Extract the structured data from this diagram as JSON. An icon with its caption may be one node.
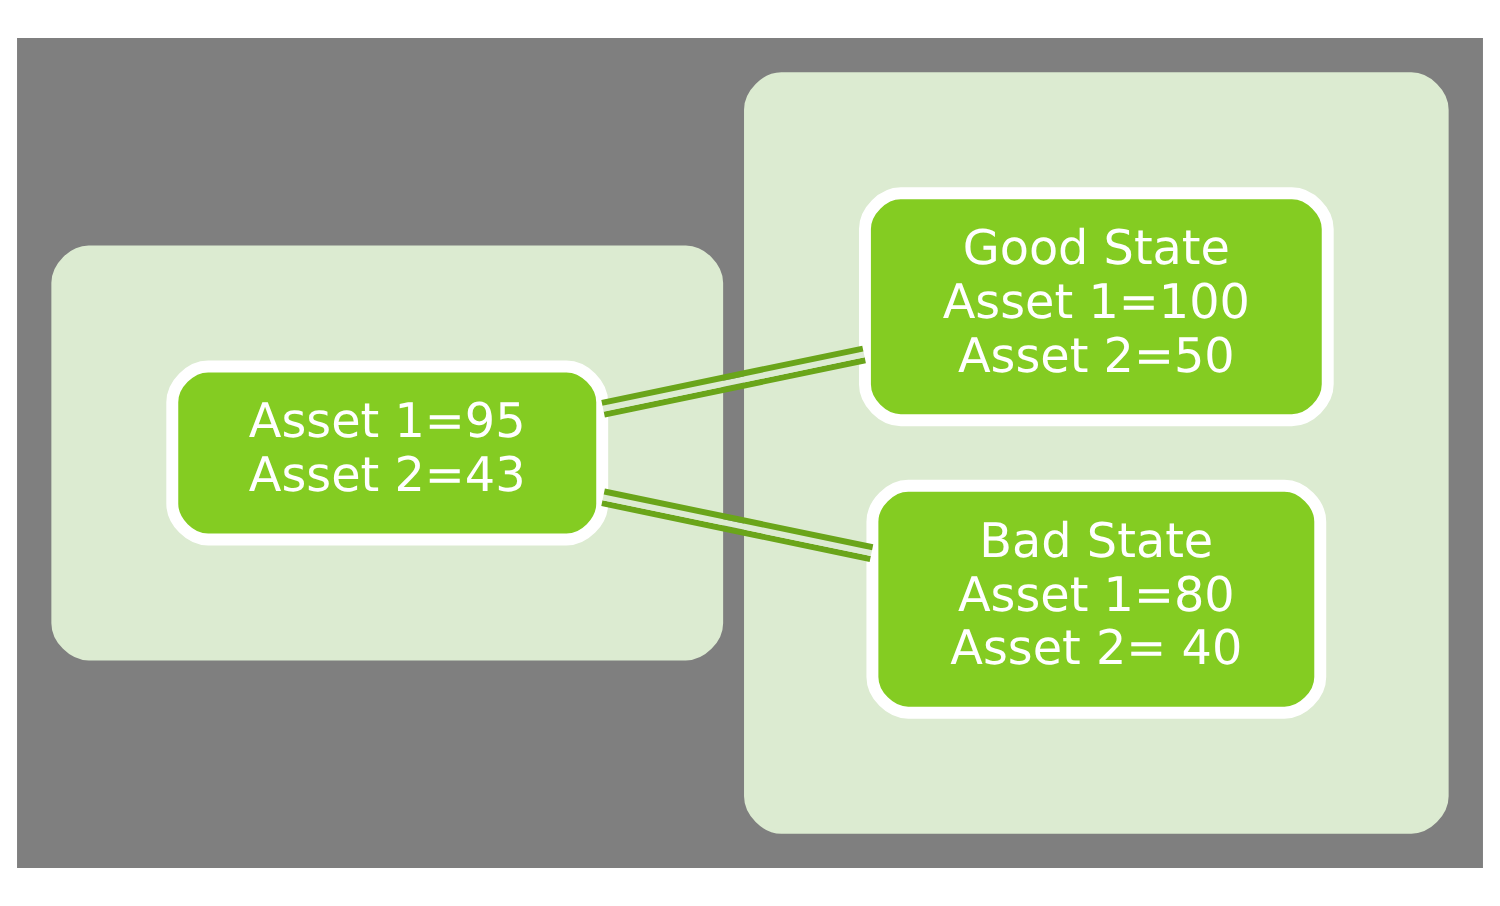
{
  "diagram": {
    "nodes": [
      {
        "text": [],
        "shape": "box"
      },
      {
        "text": [
          "Asset 1=95",
          "Asset 2=43"
        ],
        "in": 0
      },
      {
        "text": [],
        "shape": "box"
      },
      {
        "text": [
          "Good State",
          "Asset 1=100",
          "Asset 2=50"
        ],
        "in": 2
      },
      {
        "text": [
          "Bad State",
          "Asset 1=80",
          "Asset 2= 40"
        ],
        "in": 2
      }
    ],
    "edges": [
      {
        "from": 1,
        "to": 3,
        "arrow": "none"
      },
      {
        "from": 1,
        "to": 4,
        "arrow": "none"
      }
    ]
  }
}
